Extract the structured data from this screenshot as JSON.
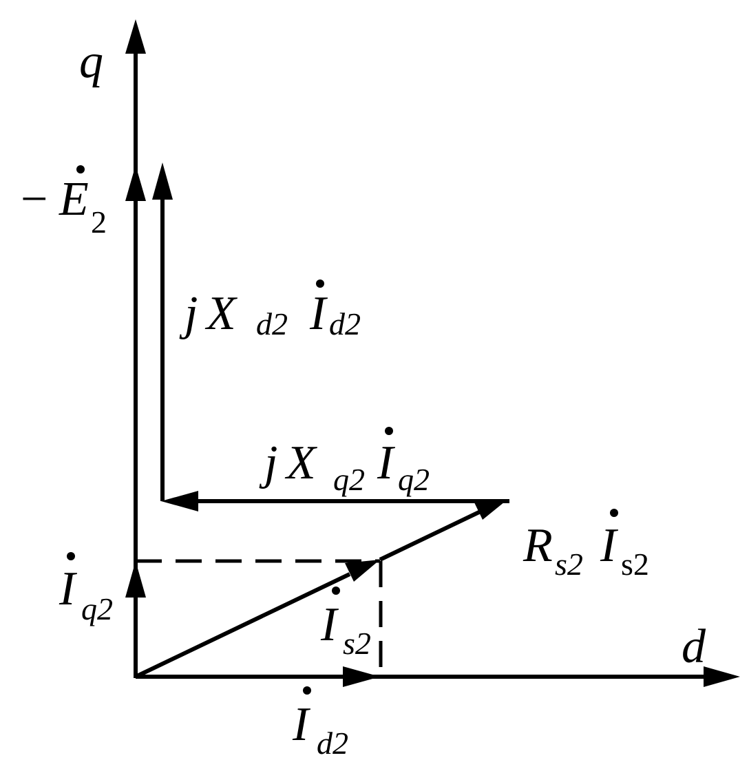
{
  "axes": {
    "q_label": "q",
    "d_label": "d"
  },
  "labels": {
    "neg_E2": {
      "prefix": "−",
      "main": "E",
      "sub": "2"
    },
    "jXd2Id2": {
      "j": "j",
      "X": "X",
      "xsub": "d2",
      "I": "I",
      "isub": "d2"
    },
    "jXq2Iq2": {
      "j": "j",
      "X": "X",
      "xsub": "q2",
      "I": "I",
      "isub": "q2"
    },
    "Rs2Is2": {
      "R": "R",
      "rsub": "s2",
      "I": "I",
      "isub": "s2"
    },
    "Iq2": {
      "main": "I",
      "sub": "q2"
    },
    "Is2": {
      "main": "I",
      "sub": "s2"
    },
    "Id2": {
      "main": "I",
      "sub": "d2"
    }
  },
  "colors": {
    "ink": "#000000",
    "background": "#ffffff"
  }
}
